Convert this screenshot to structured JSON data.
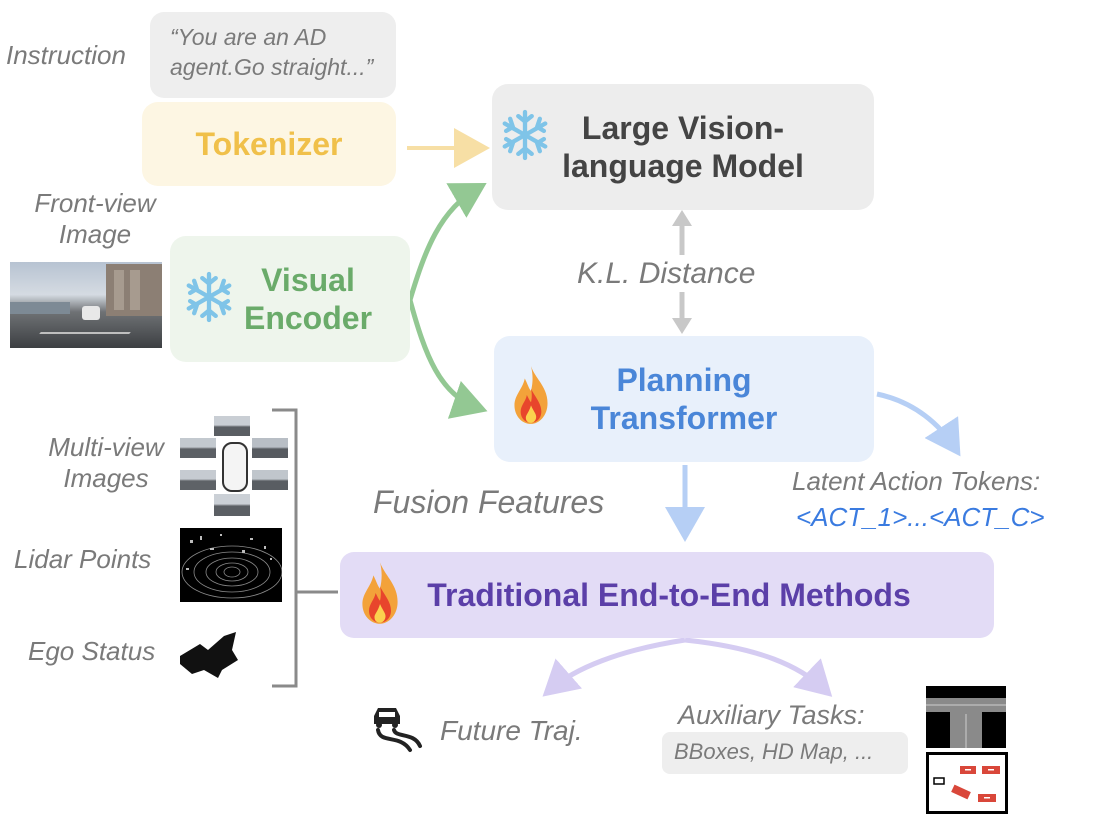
{
  "instruction": {
    "label": "Instruction",
    "quote_line1": "“You are an AD",
    "quote_line2": "agent.Go straight...”"
  },
  "tokenizer": {
    "label": "Tokenizer",
    "color": "#f0c04a",
    "bg": "#fdf6e3"
  },
  "front_view": {
    "line1": "Front-view",
    "line2": "Image"
  },
  "visual_encoder": {
    "line1": "Visual",
    "line2": "Encoder",
    "color": "#6aab6a",
    "bg": "#eef5ec",
    "icon": "snowflake-icon"
  },
  "lvlm": {
    "line1": "Large Vision-",
    "line2": "language Model",
    "color": "#444444",
    "bg": "#ededed",
    "icon": "snowflake-icon"
  },
  "kl": {
    "label": "K.L. Distance"
  },
  "planning": {
    "line1": "Planning",
    "line2": "Transformer",
    "color": "#4a86d8",
    "bg": "#e8f0fb",
    "icon": "flame-icon"
  },
  "latent": {
    "line1": "Latent Action Tokens:",
    "line2": "<ACT_1>...<ACT_C>",
    "accent": "#3a7be0"
  },
  "fusion": {
    "label": "Fusion Features"
  },
  "inputs": {
    "multi_view_line1": "Multi-view",
    "multi_view_line2": "Images",
    "lidar": "Lidar Points",
    "ego": "Ego Status"
  },
  "traditional": {
    "label": "Traditional End-to-End Methods",
    "color": "#5b3fa8",
    "bg": "#e3dcf6",
    "icon": "flame-icon"
  },
  "future": {
    "label": "Future Traj."
  },
  "auxiliary": {
    "label": "Auxiliary Tasks:",
    "sub": "BBoxes, HD Map, ..."
  }
}
